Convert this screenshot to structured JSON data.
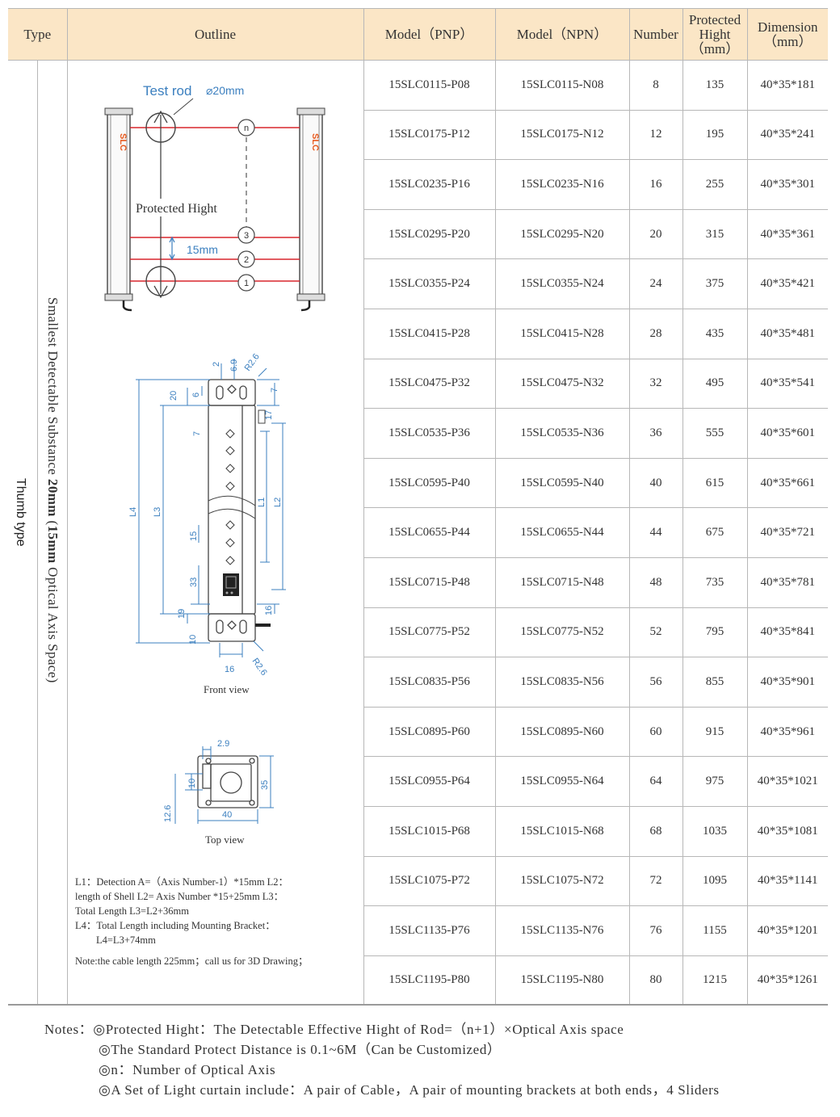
{
  "table": {
    "headers": {
      "type": "Type",
      "outline": "Outline",
      "model_pnp": "Model（PNP）",
      "model_npn": "Model（NPN）",
      "number": "Number",
      "protected_hight": [
        "Protected",
        "Hight",
        "（mm）"
      ],
      "dimension": [
        "Dimension",
        "（mm）"
      ]
    },
    "type_label": "Thumb type",
    "substance_label": {
      "part1": "Smallest Detectable Substance ",
      "bold1": "20mm",
      "part2": " (",
      "bold2": "15mm",
      "part3": " Optical Axis Space)"
    },
    "rows": [
      {
        "pnp": "15SLC0115-P08",
        "npn": "15SLC0115-N08",
        "number": "8",
        "hight": "135",
        "dim": "40*35*181"
      },
      {
        "pnp": "15SLC0175-P12",
        "npn": "15SLC0175-N12",
        "number": "12",
        "hight": "195",
        "dim": "40*35*241"
      },
      {
        "pnp": "15SLC0235-P16",
        "npn": "15SLC0235-N16",
        "number": "16",
        "hight": "255",
        "dim": "40*35*301"
      },
      {
        "pnp": "15SLC0295-P20",
        "npn": "15SLC0295-N20",
        "number": "20",
        "hight": "315",
        "dim": "40*35*361"
      },
      {
        "pnp": "15SLC0355-P24",
        "npn": "15SLC0355-N24",
        "number": "24",
        "hight": "375",
        "dim": "40*35*421"
      },
      {
        "pnp": "15SLC0415-P28",
        "npn": "15SLC0415-N28",
        "number": "28",
        "hight": "435",
        "dim": "40*35*481"
      },
      {
        "pnp": "15SLC0475-P32",
        "npn": "15SLC0475-N32",
        "number": "32",
        "hight": "495",
        "dim": "40*35*541"
      },
      {
        "pnp": "15SLC0535-P36",
        "npn": "15SLC0535-N36",
        "number": "36",
        "hight": "555",
        "dim": "40*35*601"
      },
      {
        "pnp": "15SLC0595-P40",
        "npn": "15SLC0595-N40",
        "number": "40",
        "hight": "615",
        "dim": "40*35*661"
      },
      {
        "pnp": "15SLC0655-P44",
        "npn": "15SLC0655-N44",
        "number": "44",
        "hight": "675",
        "dim": "40*35*721"
      },
      {
        "pnp": "15SLC0715-P48",
        "npn": "15SLC0715-N48",
        "number": "48",
        "hight": "735",
        "dim": "40*35*781"
      },
      {
        "pnp": "15SLC0775-P52",
        "npn": "15SLC0775-N52",
        "number": "52",
        "hight": "795",
        "dim": "40*35*841"
      },
      {
        "pnp": "15SLC0835-P56",
        "npn": "15SLC0835-N56",
        "number": "56",
        "hight": "855",
        "dim": "40*35*901"
      },
      {
        "pnp": "15SLC0895-P60",
        "npn": "15SLC0895-N60",
        "number": "60",
        "hight": "915",
        "dim": "40*35*961"
      },
      {
        "pnp": "15SLC0955-P64",
        "npn": "15SLC0955-N64",
        "number": "64",
        "hight": "975",
        "dim": "40*35*1021"
      },
      {
        "pnp": "15SLC1015-P68",
        "npn": "15SLC1015-N68",
        "number": "68",
        "hight": "1035",
        "dim": "40*35*1081"
      },
      {
        "pnp": "15SLC1075-P72",
        "npn": "15SLC1075-N72",
        "number": "72",
        "hight": "1095",
        "dim": "40*35*1141"
      },
      {
        "pnp": "15SLC1135-P76",
        "npn": "15SLC1135-N76",
        "number": "76",
        "hight": "1155",
        "dim": "40*35*1201"
      },
      {
        "pnp": "15SLC1195-P80",
        "npn": "15SLC1195-N80",
        "number": "80",
        "hight": "1215",
        "dim": "40*35*1261"
      }
    ]
  },
  "diagram": {
    "test_rod": "Test rod",
    "rod_diameter": "⌀20mm",
    "protected_hight": "Protected Hight",
    "axis_space": "15mm",
    "axis_labels": [
      "n",
      "3",
      "2",
      "1"
    ],
    "brand_mark": "SLC",
    "front_view": "Front view",
    "top_view": "Top view",
    "front_dims": {
      "d2": "2",
      "d69": "6.9",
      "r26": "R2.6",
      "d7": "7",
      "d20": "20",
      "d6": "6",
      "d17": "17",
      "d7b": "7",
      "l4": "L4",
      "l3": "L3",
      "l1": "L1",
      "l2": "L2",
      "d15": "15",
      "d33": "33",
      "d19": "19",
      "d16": "16",
      "d10": "10",
      "d16b": "16",
      "r26b": "R2.6"
    },
    "top_dims": {
      "d29": "2.9",
      "d10": "10",
      "d35": "35",
      "d126": "12.6",
      "d40": "40"
    }
  },
  "definitions": {
    "l1": "L1：Detection A=（Axis Number-1）*15mm   L2：",
    "l2": "length of Shell L2= Axis Number *15+25mm   L3：",
    "l3": "Total Length L3=L2+36mm",
    "l4": "L4：Total Length including Mounting Bracket：",
    "l4b": "L4=L3+74mm",
    "note": "Note:the cable length 225mm；call us for 3D Drawing；"
  },
  "notes": {
    "prefix": "Notes：",
    "items": [
      "◎Protected Hight：The Detectable Effective Hight of Rod=（n+1）×Optical Axis space",
      "◎The Standard Protect Distance is 0.1~6M（Can be Customized）",
      "◎n：Number of Optical Axis",
      "◎A Set of Light curtain include：A pair of Cable，A pair of mounting brackets at both ends，4 Sliders"
    ]
  },
  "colors": {
    "header_bg": "#fbe6c6",
    "beam_red": "#d9262d",
    "dim_blue": "#3b7fbf",
    "brand_orange": "#e85a1e"
  }
}
